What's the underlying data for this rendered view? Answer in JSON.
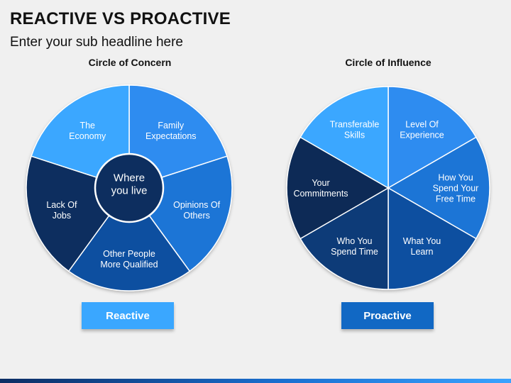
{
  "slide": {
    "title": "REACTIVE VS PROACTIVE",
    "subtitle": "Enter your sub headline here"
  },
  "left": {
    "heading": "Circle of Concern",
    "center_text": [
      "Where",
      "you live"
    ],
    "segments": [
      {
        "lines": [
          "Family",
          "Expectations"
        ],
        "color": "#2f8cf0"
      },
      {
        "lines": [
          "Opinions Of",
          "Others"
        ],
        "color": "#1b74d6"
      },
      {
        "lines": [
          "Other People",
          "More Qualified"
        ],
        "color": "#0f4fa0"
      },
      {
        "lines": [
          "Lack Of",
          "Jobs"
        ],
        "color": "#0b2f5e"
      },
      {
        "lines": [
          "The",
          "Economy"
        ],
        "color": "#3aa7ff"
      }
    ],
    "button_label": "Reactive",
    "button_color": "#3aa7ff"
  },
  "right": {
    "heading": "Circle of Influence",
    "segments": [
      {
        "lines": [
          "Level Of",
          "Experience"
        ],
        "color": "#2f8cf0"
      },
      {
        "lines": [
          "How You",
          "Spend Your",
          "Free Time"
        ],
        "color": "#1b74d6"
      },
      {
        "lines": [
          "What You",
          "Learn"
        ],
        "color": "#0f4fa0"
      },
      {
        "lines": [
          "Who You",
          "Spend Time"
        ],
        "color": "#0c3a78"
      },
      {
        "lines": [
          "Your",
          "Commitments"
        ],
        "color": "#0b2a56"
      },
      {
        "lines": [
          "Transferable",
          "Skills"
        ],
        "color": "#3aa7ff"
      }
    ],
    "button_label": "Proactive",
    "button_color": "#1168c4"
  }
}
